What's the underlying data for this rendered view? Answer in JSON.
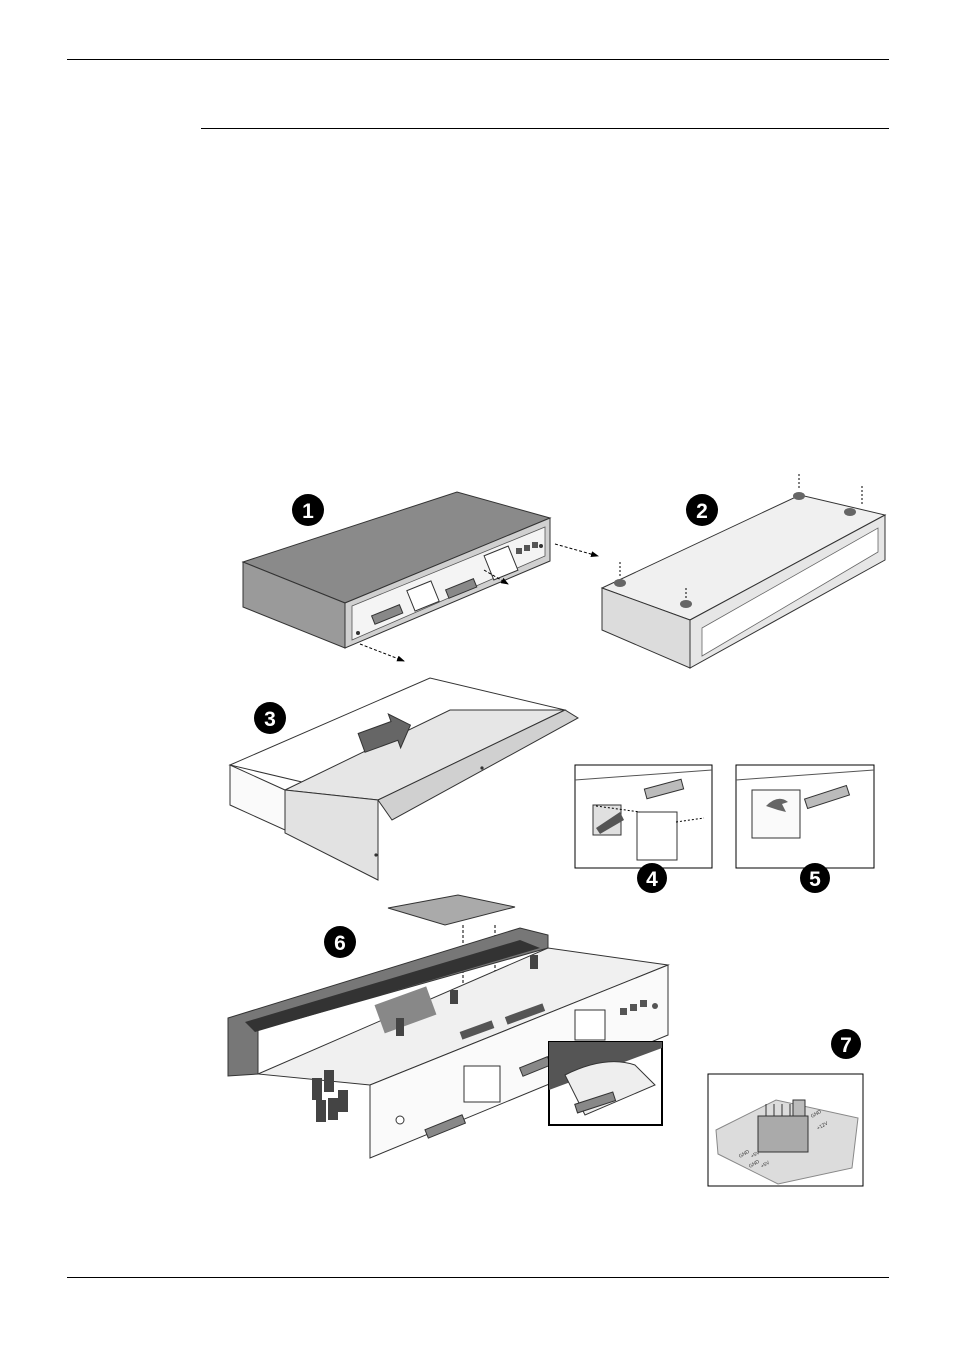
{
  "figure": {
    "steps": [
      "1",
      "2",
      "3",
      "4",
      "5",
      "6",
      "7"
    ],
    "pin_labels": [
      "GND",
      "+5V",
      "GND",
      "+5V",
      "GND",
      "+12V"
    ]
  }
}
